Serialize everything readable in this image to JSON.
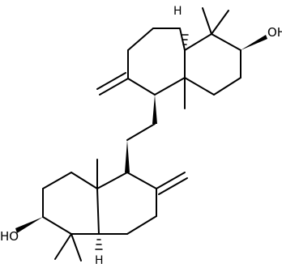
{
  "structure": {
    "atom_labels": {
      "oh_top": "OH",
      "ho_bottom": "HO",
      "h_top": "H",
      "h_bottom": "H"
    }
  }
}
